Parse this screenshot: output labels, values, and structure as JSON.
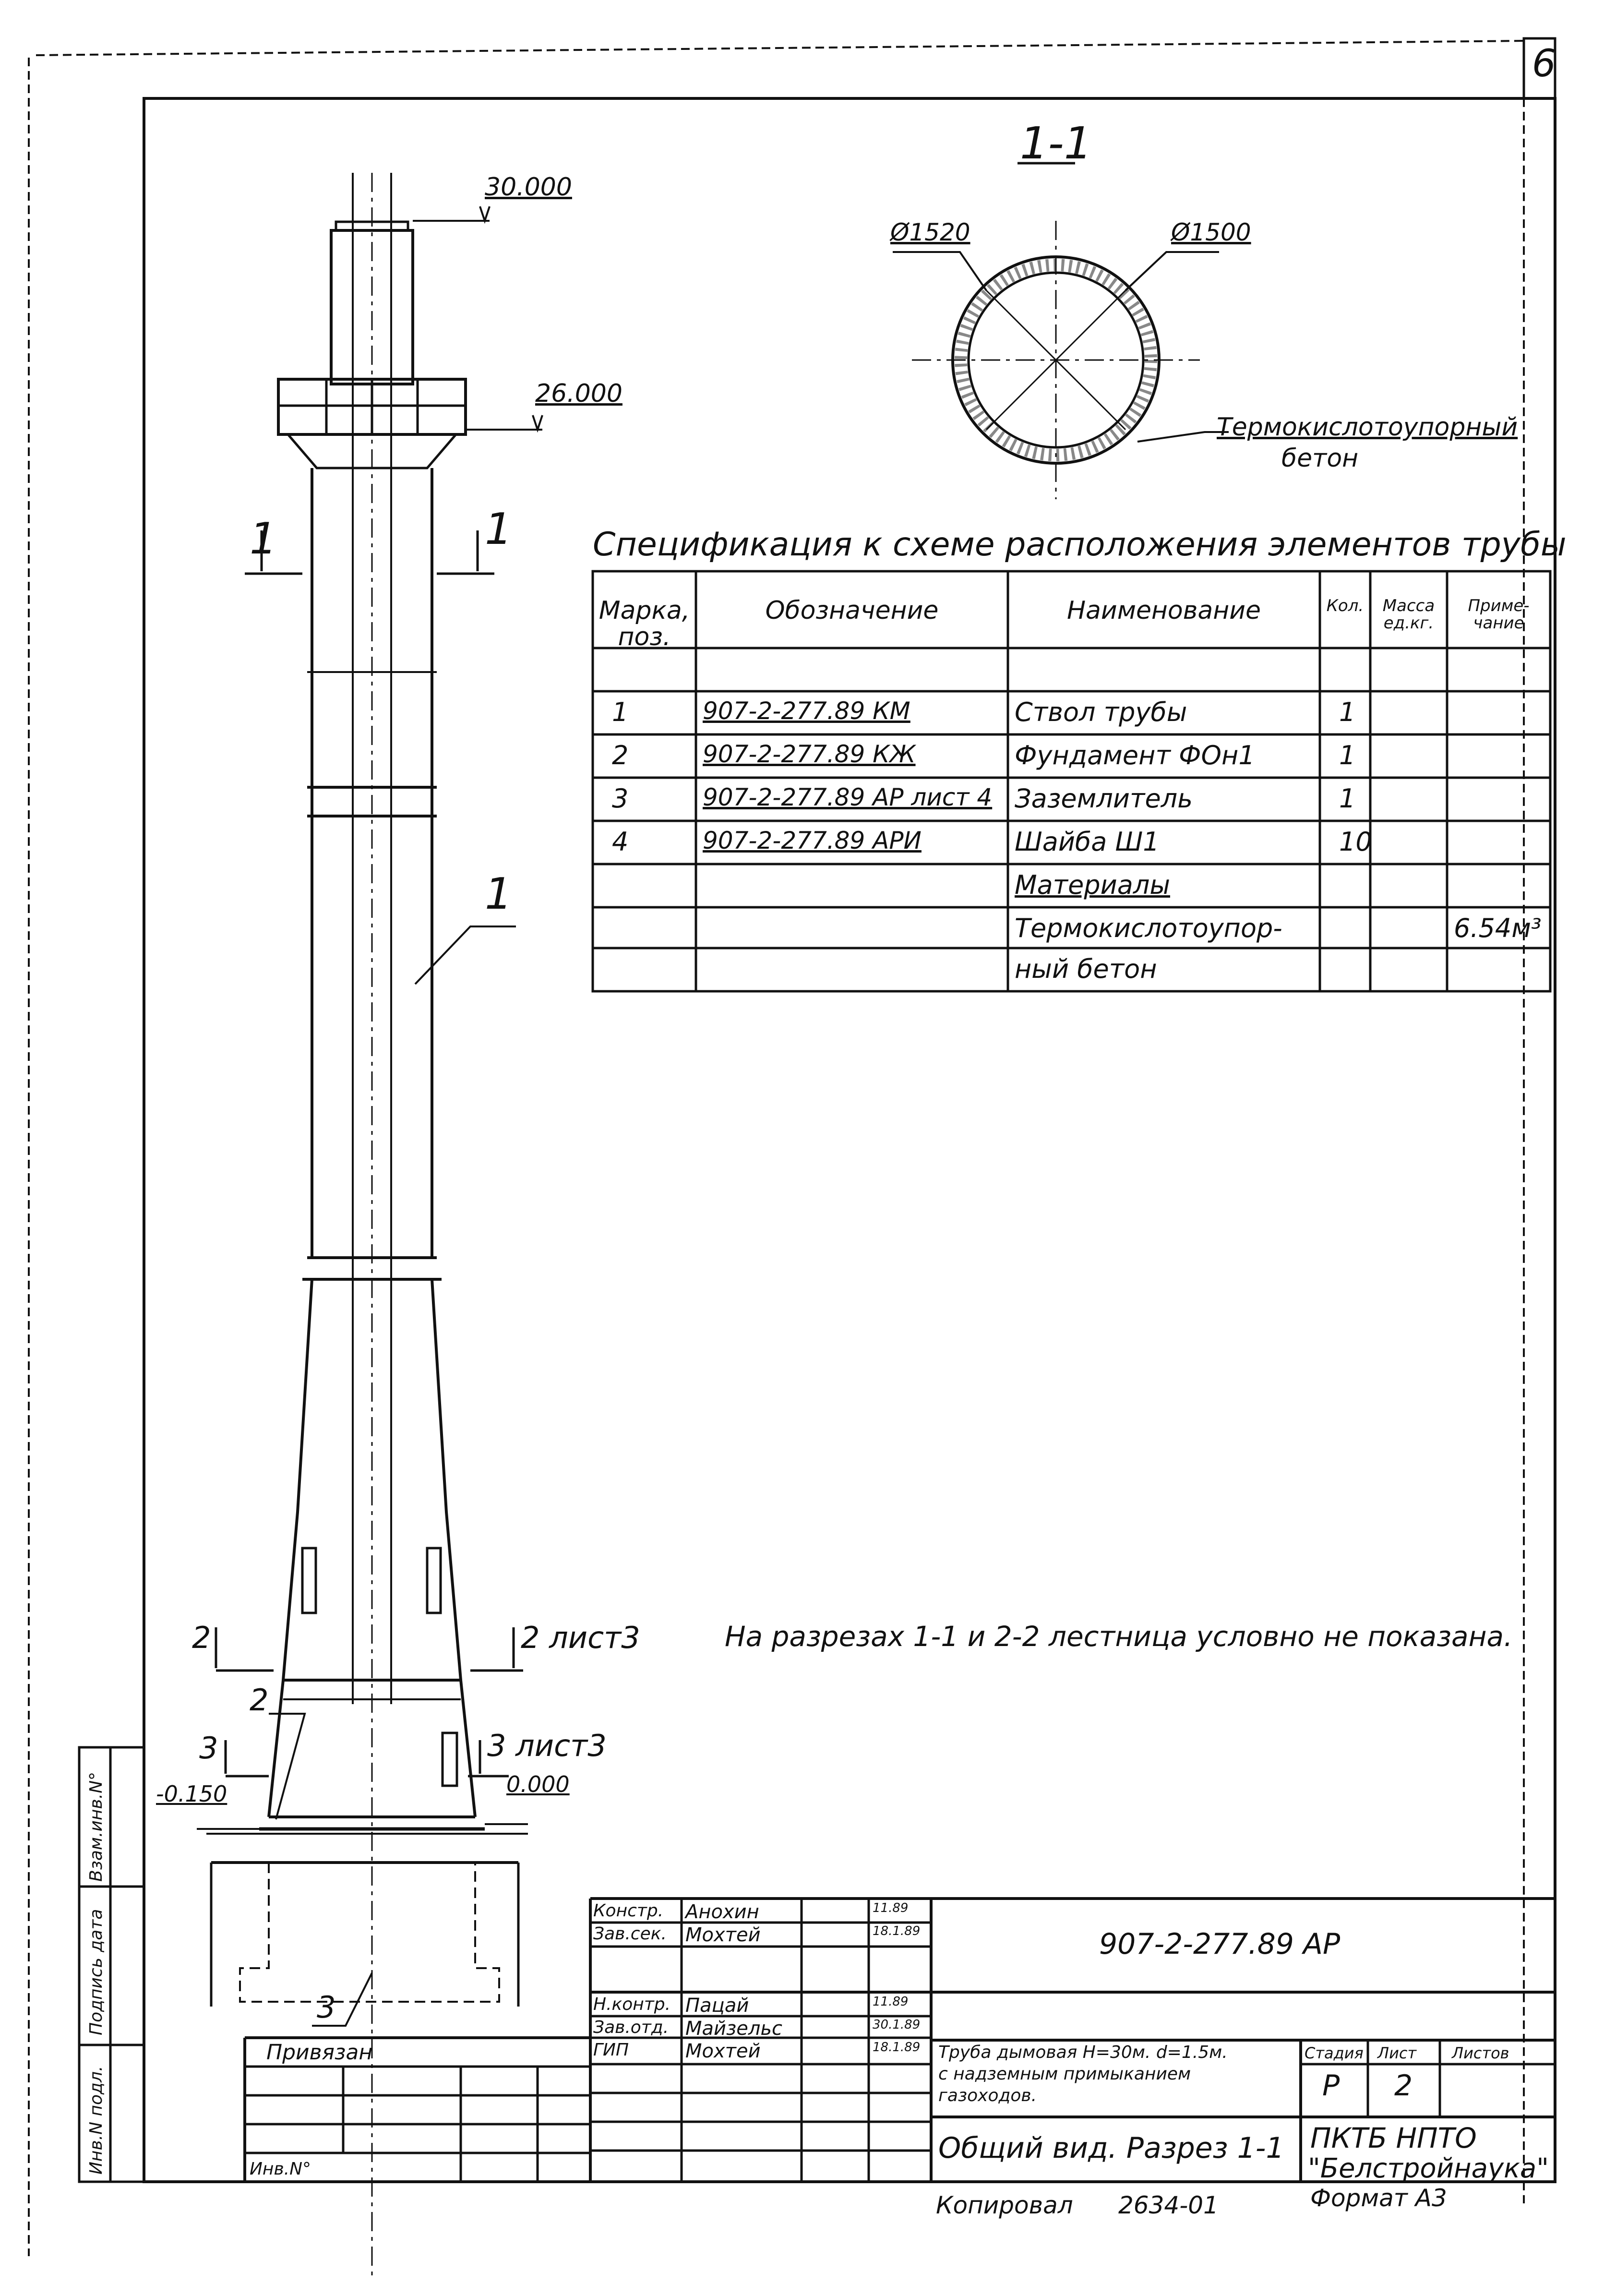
{
  "sheet_number": "6",
  "section_title": "1-1",
  "section": {
    "outer_diameter": "Ø1520",
    "inner_diameter": "Ø1500",
    "lining_label_1": "Термокислотоупорный",
    "lining_label_2": "бетон"
  },
  "elevations": {
    "top": "30.000",
    "platform": "26.000",
    "ground_left": "-0.150",
    "ground_right": "0.000"
  },
  "section_markers": {
    "s1_left": "1",
    "s1_right": "1",
    "s2_left": "2",
    "s2_right": "2 лист3",
    "s3_left": "3",
    "s3_right": "3 лист3"
  },
  "callouts": {
    "c1": "1",
    "c2": "2",
    "c3": "3"
  },
  "spec": {
    "title": "Спецификация к схеме расположения элементов трубы",
    "headers": [
      "Марка, поз.",
      "Обозначение",
      "Наименование",
      "Кол.",
      "Масса ед.кг.",
      "Приме-чание"
    ],
    "rows": [
      [
        "1",
        "907-2-277.89 КМ",
        "Ствол трубы",
        "1",
        "",
        ""
      ],
      [
        "2",
        "907-2-277.89 КЖ",
        "Фундамент ФОн1",
        "1",
        "",
        ""
      ],
      [
        "3",
        "907-2-277.89 АР лист 4",
        "Заземлитель",
        "1",
        "",
        ""
      ],
      [
        "4",
        "907-2-277.89 АРИ",
        "Шайба Ш1",
        "10",
        "",
        ""
      ],
      [
        "",
        "",
        "Материалы",
        "",
        "",
        ""
      ],
      [
        "",
        "",
        "Термокислотоупор-",
        "",
        "",
        "6.54м³"
      ],
      [
        "",
        "",
        "ный бетон",
        "",
        "",
        ""
      ]
    ]
  },
  "note": "На разрезах 1-1 и 2-2 лестница условно не показана.",
  "stamp": {
    "doc_code": "907-2-277.89 АР",
    "people": [
      {
        "role": "Констр.",
        "name": "Анохин",
        "date": "11.89"
      },
      {
        "role": "Зав.сек.",
        "name": "Мохтей",
        "date": "18.1.89"
      },
      {
        "role": "Н.контр.",
        "name": "Пацай",
        "date": "11.89"
      },
      {
        "role": "Зав.отд.",
        "name": "Майзельс",
        "date": "30.1.89"
      },
      {
        "role": "ГИП",
        "name": "Мохтей",
        "date": "18.1.89"
      }
    ],
    "title_1": "Труба дымовая Н=30м. d=1.5м.",
    "title_2": "с надземным примыканием",
    "title_3": "газоходов.",
    "stage_label": "Стадия",
    "sheet_label": "Лист",
    "sheets_label": "Листов",
    "stage": "Р",
    "sheet": "2",
    "sheets": "",
    "drawing_name": "Общий вид. Разрез 1-1",
    "org_1": "ПКТБ НПТО",
    "org_2": "\"Белстройнаука\"",
    "binding_label": "Привязан",
    "inv_label": "Инв.N°",
    "side_labels": [
      "Взам.инв.N°",
      "Подпись дата",
      "Инв.N подл."
    ],
    "copied_label": "Копировал",
    "copied_code": "2634-01",
    "format_label": "Формат А3"
  }
}
